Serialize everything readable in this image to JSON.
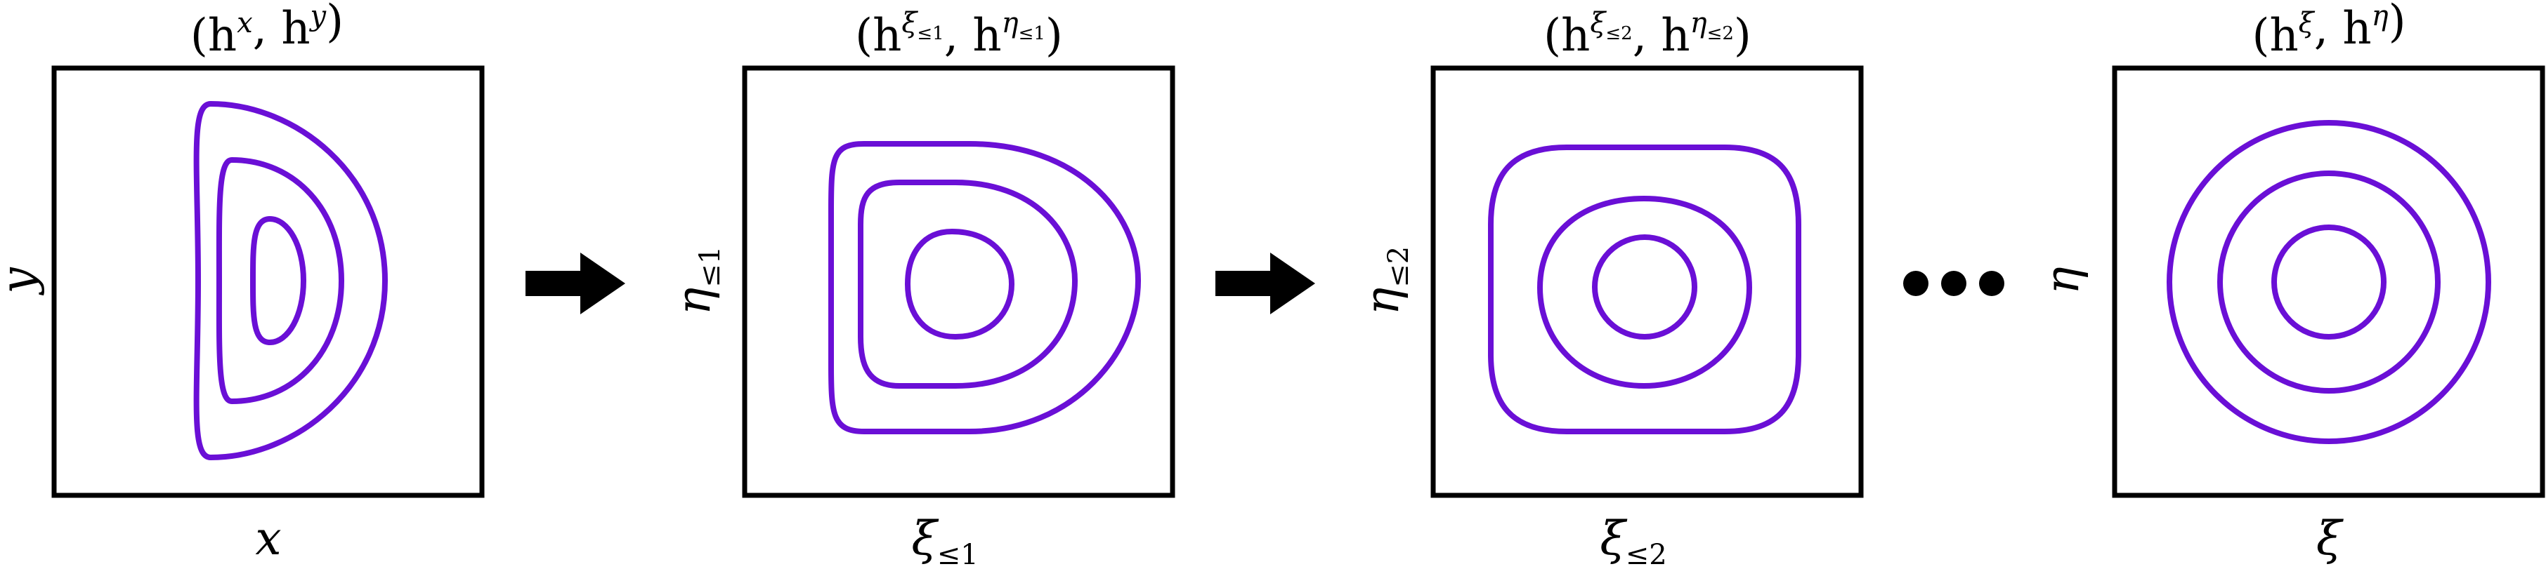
{
  "colors": {
    "contour": "#6a0fd6",
    "frame": "#000000",
    "arrow": "#000000"
  },
  "panels": [
    {
      "title": {
        "open": "(h",
        "a_base": "x",
        "a_sub": "",
        "comma": ", h",
        "b_base": "y",
        "b_sub": "",
        "close": ")"
      },
      "xlabel": {
        "base": "x",
        "sub": ""
      },
      "ylabel": {
        "base": "y",
        "sub": ""
      }
    },
    {
      "title": {
        "open": "(h",
        "a_base": "ξ",
        "a_sub": "≤1",
        "comma": ", h",
        "b_base": "η",
        "b_sub": "≤1",
        "close": ")"
      },
      "xlabel": {
        "base": "ξ",
        "sub": "≤1"
      },
      "ylabel": {
        "base": "η",
        "sub": "≤1"
      }
    },
    {
      "title": {
        "open": "(h",
        "a_base": "ξ",
        "a_sub": "≤2",
        "comma": ", h",
        "b_base": "η",
        "b_sub": "≤2",
        "close": ")"
      },
      "xlabel": {
        "base": "ξ",
        "sub": "≤2"
      },
      "ylabel": {
        "base": "η",
        "sub": "≤2"
      }
    },
    {
      "title": {
        "open": "(h",
        "a_base": "ξ",
        "a_sub": "",
        "comma": ", h",
        "b_base": "η",
        "b_sub": "",
        "close": ")"
      },
      "xlabel": {
        "base": "ξ",
        "sub": ""
      },
      "ylabel": {
        "base": "η",
        "sub": ""
      }
    }
  ]
}
